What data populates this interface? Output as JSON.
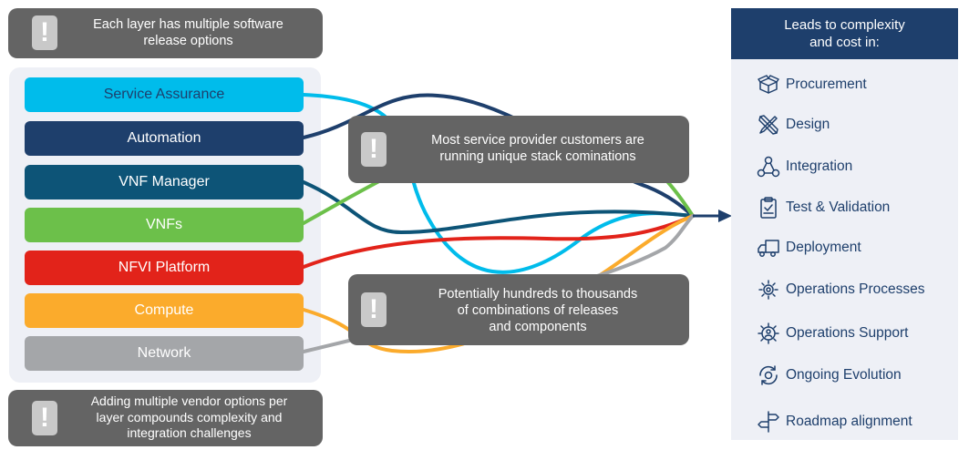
{
  "callouts": {
    "top": "Each layer has multiple software\nrelease options",
    "middle_upper": "Most service provider customers are\nrunning unique stack cominations",
    "middle_lower": "Potentially hundreds to thousands\nof combinations of releases\nand components",
    "bottom": "Adding multiple vendor options per\nlayer compounds complexity and\nintegration challenges",
    "icon_glyph": "!"
  },
  "layers": [
    {
      "label": "Service Assurance",
      "color": "#00bceb",
      "text_color": "#1e3f6c"
    },
    {
      "label": "Automation",
      "color": "#1e3f6c",
      "text_color": "#ffffff"
    },
    {
      "label": "VNF Manager",
      "color": "#0d5477",
      "text_color": "#ffffff"
    },
    {
      "label": "VNFs",
      "color": "#6cc04a",
      "text_color": "#ffffff"
    },
    {
      "label": "NFVI Platform",
      "color": "#e2231a",
      "text_color": "#ffffff"
    },
    {
      "label": "Compute",
      "color": "#fbab2c",
      "text_color": "#ffffff"
    },
    {
      "label": "Network",
      "color": "#a4a6a9",
      "text_color": "#ffffff"
    }
  ],
  "arrow_color": "#1e3f6c",
  "panel": {
    "title": "Leads to complexity\nand cost in:",
    "items": [
      {
        "label": "Procurement",
        "icon": "box-icon"
      },
      {
        "label": "Design",
        "icon": "design-tools-icon"
      },
      {
        "label": "Integration",
        "icon": "integration-icon"
      },
      {
        "label": "Test & Validation",
        "icon": "clipboard-icon"
      },
      {
        "label": "Deployment",
        "icon": "truck-icon"
      },
      {
        "label": "Operations Processes",
        "icon": "gears-icon"
      },
      {
        "label": "Operations Support",
        "icon": "gear-person-icon"
      },
      {
        "label": "Ongoing Evolution",
        "icon": "refresh-gear-icon"
      },
      {
        "label": "Roadmap alignment",
        "icon": "signpost-icon"
      }
    ]
  }
}
